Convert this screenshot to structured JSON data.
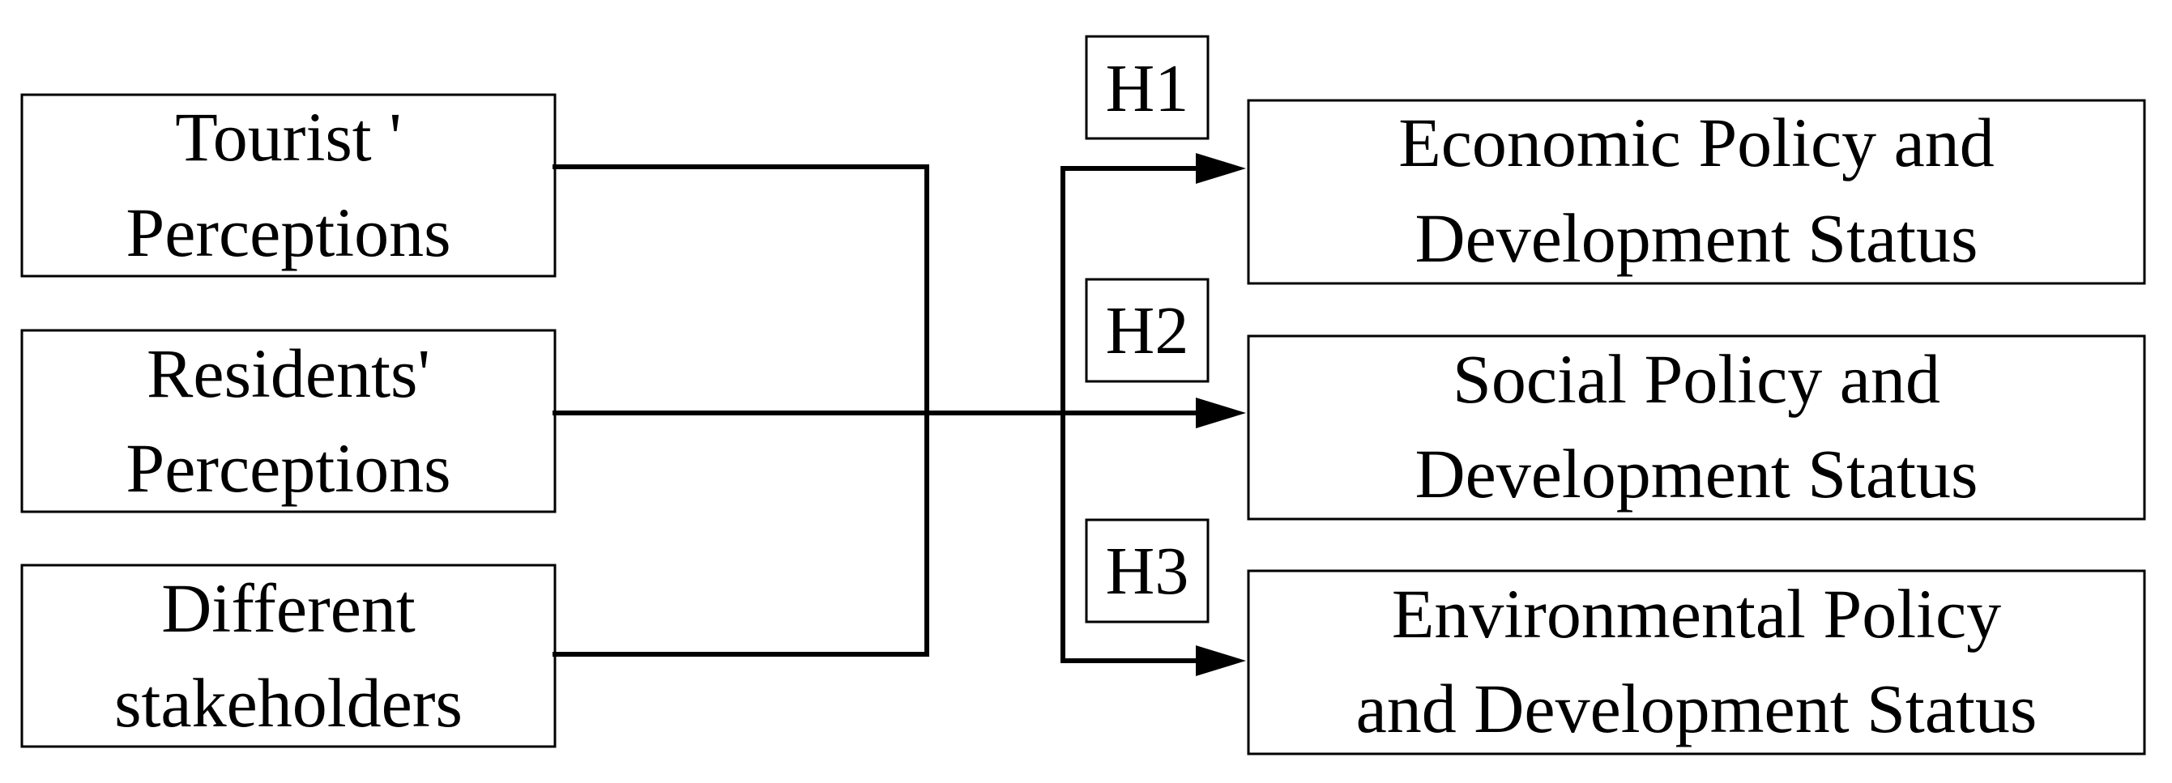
{
  "inputs": [
    {
      "line1": "Tourist '",
      "line2": "Perceptions"
    },
    {
      "line1": "Residents'",
      "line2": "Perceptions"
    },
    {
      "line1": "Different",
      "line2": "stakeholders"
    }
  ],
  "hypotheses": [
    "H1",
    "H2",
    "H3"
  ],
  "outputs": [
    {
      "line1": "Economic Policy and",
      "line2": "Development Status"
    },
    {
      "line1": "Social Policy and",
      "line2": "Development Status"
    },
    {
      "line1": "Environmental Policy",
      "line2": "and Development Status"
    }
  ]
}
